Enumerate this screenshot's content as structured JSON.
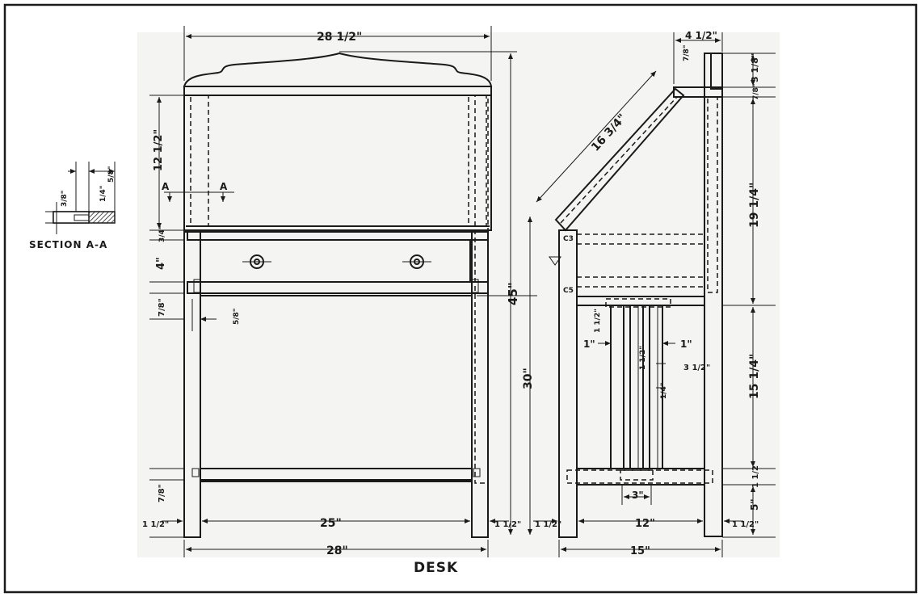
{
  "title": "Desk",
  "section_label": "Section A-A",
  "section_marks": [
    "A",
    "A"
  ],
  "section_dims": [
    "3/8\"",
    "1/4\"",
    "5/8\""
  ],
  "front_dims": {
    "top_width": "28 1/2\"",
    "height_overall": "45\"",
    "cabinet_height": "12 1/2\"",
    "rail_3_4": "3/4\"",
    "drawer_4": "4\"",
    "rail_7_8_top": "7/8\"",
    "side_5_8": "5/8\"",
    "height_30": "30\"",
    "rail_7_8_bottom": "7/8\"",
    "leg_left": "1 1/2\"",
    "inner_width": "25\"",
    "leg_right": "1 1/2\"",
    "overall_width": "28\""
  },
  "side_dims": {
    "top_4_1_2": "4 1/2\"",
    "back_7_8": "7/8\"",
    "rail_3_1_8": "3 1/8\"",
    "board_7_8": "7/8\"",
    "slope": "16 3/4\"",
    "height_19": "19 1/4\"",
    "slat_1_1_2": "1 1/2\"",
    "slat_1_left": "1\"",
    "slat_1_right": "1\"",
    "slat_1_1_2_mid": "1 1/2\"",
    "slat_3_1_2": "3 1/2\"",
    "slat_1_4": "1/4\"",
    "height_15": "15 1/4\"",
    "stretcher_1_1_2": "1 1/2\"",
    "bottom_3": "3\"",
    "bottom_5": "5\"",
    "leg_1_1_2_left": "1 1/2\"",
    "depth_12": "12\"",
    "leg_1_1_2_right": "1 1/2\"",
    "depth_15": "15\""
  }
}
